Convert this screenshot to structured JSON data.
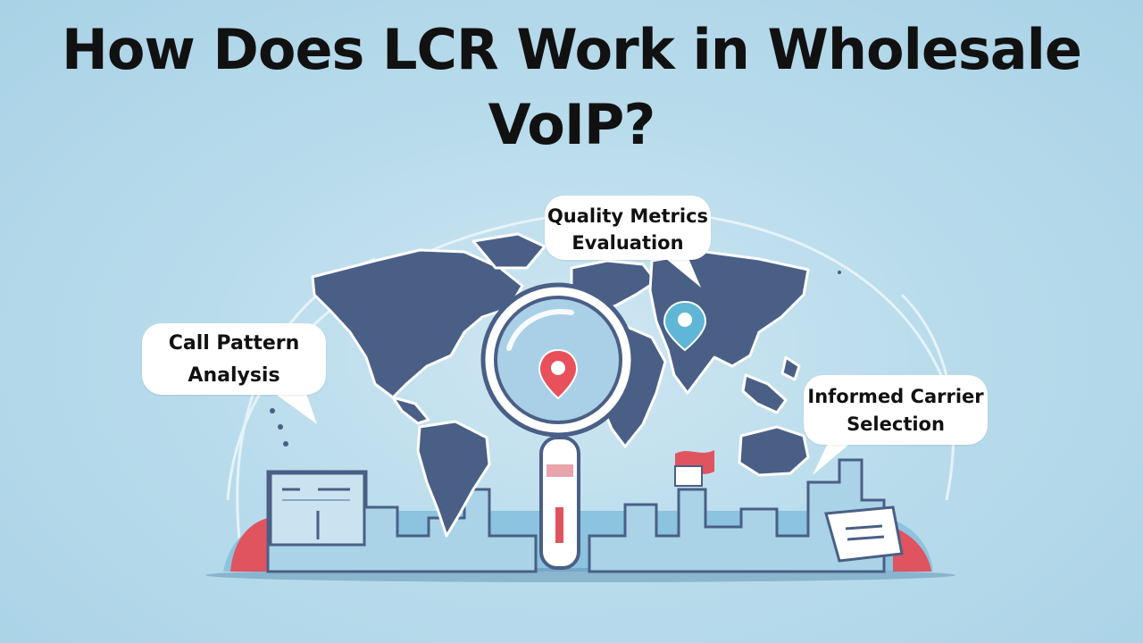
{
  "title": {
    "line1": "How Does LCR Work in Wholesale",
    "line2": "VoIP?"
  },
  "bubbles": {
    "quality": {
      "line1": "Quality Metrics",
      "line2": "Evaluation"
    },
    "call_pattern": {
      "line1": "Call Pattern",
      "line2": "Analysis"
    },
    "carrier": {
      "line1": "Informed Carrier",
      "line2": "Selection"
    }
  },
  "icons": [
    "world-map-illustration",
    "magnifier-icon",
    "location-pin-icon",
    "flag-icon",
    "document-icon",
    "city-skyline"
  ],
  "colors": {
    "background": "#b9dcec",
    "map": "#4a5f86",
    "pin_red": "#e8505b",
    "pin_blue": "#5fb6d6",
    "ground": "#8cc3de",
    "accent_red": "#e0545f"
  }
}
